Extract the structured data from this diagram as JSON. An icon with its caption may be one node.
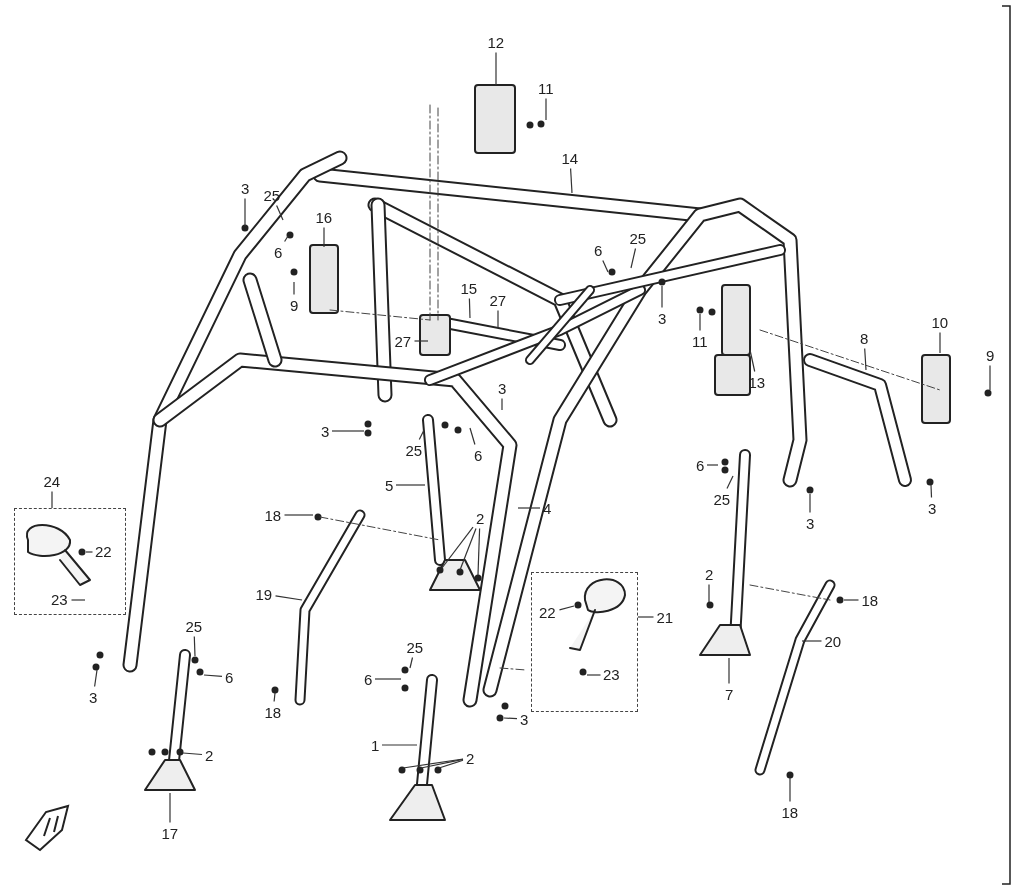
{
  "diagram": {
    "nodes": [
      {
        "text": [
          "12"
        ]
      },
      {
        "text": [
          "11"
        ]
      },
      {
        "text": [
          "14"
        ]
      },
      {
        "text": [
          "3"
        ]
      },
      {
        "text": [
          "25"
        ]
      },
      {
        "text": [
          "16"
        ]
      },
      {
        "text": [
          "6"
        ]
      },
      {
        "text": [
          "25"
        ]
      },
      {
        "text": [
          "6"
        ]
      },
      {
        "text": [
          "9"
        ]
      },
      {
        "text": [
          "15"
        ]
      },
      {
        "text": [
          "27"
        ]
      },
      {
        "text": [
          "3"
        ]
      },
      {
        "text": [
          "10"
        ]
      },
      {
        "text": [
          "27"
        ]
      },
      {
        "text": [
          "8"
        ]
      },
      {
        "text": [
          "11"
        ]
      },
      {
        "text": [
          "9"
        ]
      },
      {
        "text": [
          "13"
        ]
      },
      {
        "text": [
          "3"
        ]
      },
      {
        "text": [
          "3"
        ]
      },
      {
        "text": [
          "25"
        ]
      },
      {
        "text": [
          "6"
        ]
      },
      {
        "text": [
          "6"
        ]
      },
      {
        "text": [
          "25"
        ]
      },
      {
        "text": [
          "3"
        ]
      },
      {
        "text": [
          "3"
        ]
      },
      {
        "text": [
          "24"
        ]
      },
      {
        "text": [
          "5"
        ]
      },
      {
        "text": [
          "4"
        ]
      },
      {
        "text": [
          "18"
        ]
      },
      {
        "text": [
          "2"
        ]
      },
      {
        "text": [
          "22"
        ],
        "in": 54
      },
      {
        "text": [
          "2"
        ]
      },
      {
        "text": [
          "18"
        ]
      },
      {
        "text": [
          "19"
        ]
      },
      {
        "text": [
          "21"
        ]
      },
      {
        "text": [
          "23"
        ],
        "in": 54
      },
      {
        "text": [
          "22"
        ],
        "in": 55
      },
      {
        "text": [
          "25"
        ]
      },
      {
        "text": [
          "20"
        ]
      },
      {
        "text": [
          "6"
        ]
      },
      {
        "text": [
          "6"
        ]
      },
      {
        "text": [
          "25"
        ]
      },
      {
        "text": [
          "23"
        ],
        "in": 55
      },
      {
        "text": [
          "3"
        ]
      },
      {
        "text": [
          "7"
        ]
      },
      {
        "text": [
          "3"
        ]
      },
      {
        "text": [
          "18"
        ]
      },
      {
        "text": [
          "1"
        ]
      },
      {
        "text": [
          "2"
        ]
      },
      {
        "text": [
          "2"
        ]
      },
      {
        "text": [
          "18"
        ]
      },
      {
        "text": [
          "17"
        ]
      },
      {
        "text": [],
        "shape": "box"
      },
      {
        "text": [],
        "shape": "box"
      }
    ],
    "edges": [
      {
        "from": 0,
        "to": null,
        "arrow": "none"
      },
      {
        "from": 1,
        "to": null,
        "arrow": "none"
      },
      {
        "from": 2,
        "to": null,
        "arrow": "none"
      },
      {
        "from": 3,
        "to": null,
        "arrow": "none"
      },
      {
        "from": 4,
        "to": null,
        "arrow": "none"
      },
      {
        "from": 5,
        "to": null,
        "arrow": "none"
      },
      {
        "from": 6,
        "to": null,
        "arrow": "none"
      },
      {
        "from": 7,
        "to": null,
        "arrow": "none"
      },
      {
        "from": 8,
        "to": null,
        "arrow": "none"
      },
      {
        "from": 9,
        "to": null,
        "arrow": "none"
      },
      {
        "from": 10,
        "to": null,
        "arrow": "none"
      },
      {
        "from": 11,
        "to": null,
        "arrow": "none"
      },
      {
        "from": 12,
        "to": null,
        "arrow": "none"
      },
      {
        "from": 13,
        "to": null,
        "arrow": "none"
      },
      {
        "from": 14,
        "to": null,
        "arrow": "none"
      },
      {
        "from": 15,
        "to": null,
        "arrow": "none"
      },
      {
        "from": 16,
        "to": null,
        "arrow": "none"
      },
      {
        "from": 17,
        "to": null,
        "arrow": "none"
      },
      {
        "from": 18,
        "to": null,
        "arrow": "none"
      },
      {
        "from": 19,
        "to": null,
        "arrow": "none"
      },
      {
        "from": 20,
        "to": null,
        "arrow": "none"
      },
      {
        "from": 21,
        "to": null,
        "arrow": "none"
      },
      {
        "from": 22,
        "to": null,
        "arrow": "none"
      },
      {
        "from": 23,
        "to": null,
        "arrow": "none"
      },
      {
        "from": 24,
        "to": null,
        "arrow": "none"
      },
      {
        "from": 25,
        "to": null,
        "arrow": "none"
      },
      {
        "from": 26,
        "to": null,
        "arrow": "none"
      },
      {
        "from": 27,
        "to": 54,
        "arrow": "none"
      },
      {
        "from": 28,
        "to": null,
        "arrow": "none"
      },
      {
        "from": 29,
        "to": null,
        "arrow": "none"
      },
      {
        "from": 30,
        "to": null,
        "arrow": "none"
      },
      {
        "from": 31,
        "to": null,
        "arrow": "none"
      },
      {
        "from": 31,
        "to": null,
        "arrow": "none"
      },
      {
        "from": 31,
        "to": null,
        "arrow": "none"
      },
      {
        "from": 32,
        "to": null,
        "arrow": "none"
      },
      {
        "from": 33,
        "to": null,
        "arrow": "none"
      },
      {
        "from": 34,
        "to": null,
        "arrow": "none"
      },
      {
        "from": 35,
        "to": null,
        "arrow": "none"
      },
      {
        "from": 36,
        "to": 55,
        "arrow": "none"
      },
      {
        "from": 37,
        "to": null,
        "arrow": "none"
      },
      {
        "from": 38,
        "to": null,
        "arrow": "none"
      },
      {
        "from": 39,
        "to": null,
        "arrow": "none"
      },
      {
        "from": 40,
        "to": null,
        "arrow": "none"
      },
      {
        "from": 41,
        "to": null,
        "arrow": "none"
      },
      {
        "from": 42,
        "to": null,
        "arrow": "none"
      },
      {
        "from": 43,
        "to": null,
        "arrow": "none"
      },
      {
        "from": 44,
        "to": null,
        "arrow": "none"
      },
      {
        "from": 45,
        "to": null,
        "arrow": "none"
      },
      {
        "from": 46,
        "to": null,
        "arrow": "none"
      },
      {
        "from": 47,
        "to": null,
        "arrow": "none"
      },
      {
        "from": 48,
        "to": null,
        "arrow": "none"
      },
      {
        "from": 49,
        "to": null,
        "arrow": "none"
      },
      {
        "from": 50,
        "to": null,
        "arrow": "none"
      },
      {
        "from": 51,
        "to": null,
        "arrow": "none"
      },
      {
        "from": 51,
        "to": null,
        "arrow": "none"
      },
      {
        "from": 51,
        "to": null,
        "arrow": "none"
      },
      {
        "from": 52,
        "to": null,
        "arrow": "none"
      },
      {
        "from": 53,
        "to": null,
        "arrow": "none"
      }
    ]
  }
}
